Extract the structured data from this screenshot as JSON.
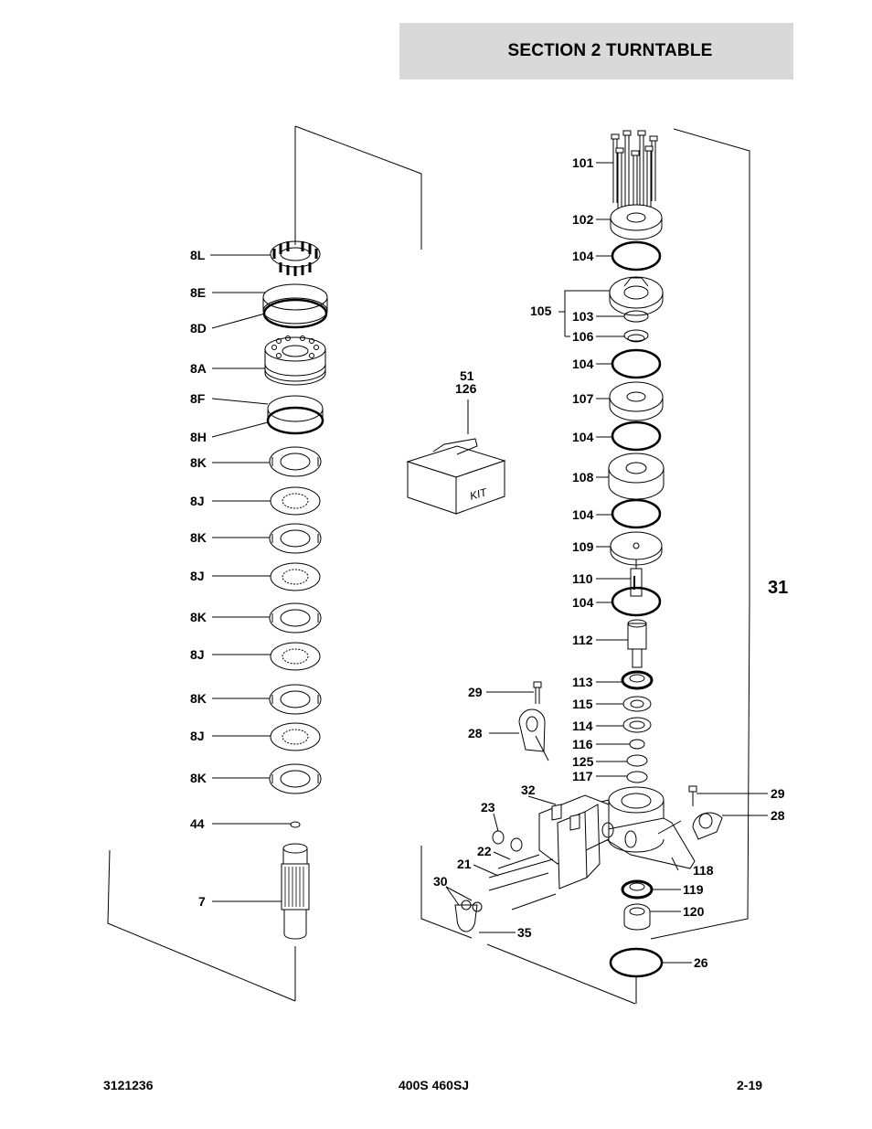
{
  "header": {
    "title": "SECTION 2   TURNTABLE"
  },
  "footer": {
    "doc_number": "3121236",
    "models": "400S 460SJ",
    "page": "2-19"
  },
  "kit_box": {
    "refs": [
      "51",
      "126"
    ],
    "label": "KIT"
  },
  "assembly_callout": "31",
  "left_stack": [
    "8L",
    "8E",
    "8D",
    "8A",
    "8F",
    "8H",
    "8K",
    "8J",
    "8K",
    "8J",
    "8K",
    "8J",
    "8K",
    "8J",
    "8K",
    "44",
    "7"
  ],
  "right_stack": [
    "101",
    "102",
    "104",
    "105",
    "103",
    "106",
    "104",
    "107",
    "104",
    "108",
    "104",
    "109",
    "110",
    "104",
    "112",
    "113",
    "115",
    "114",
    "116",
    "125",
    "117",
    "118",
    "119",
    "120",
    "26"
  ],
  "side_parts": [
    "29",
    "28",
    "32",
    "23",
    "22",
    "21",
    "30",
    "35",
    "29",
    "28"
  ],
  "colors": {
    "header_bg": "#d9d9d9",
    "line": "#000000",
    "part_fill": "#ffffff"
  }
}
